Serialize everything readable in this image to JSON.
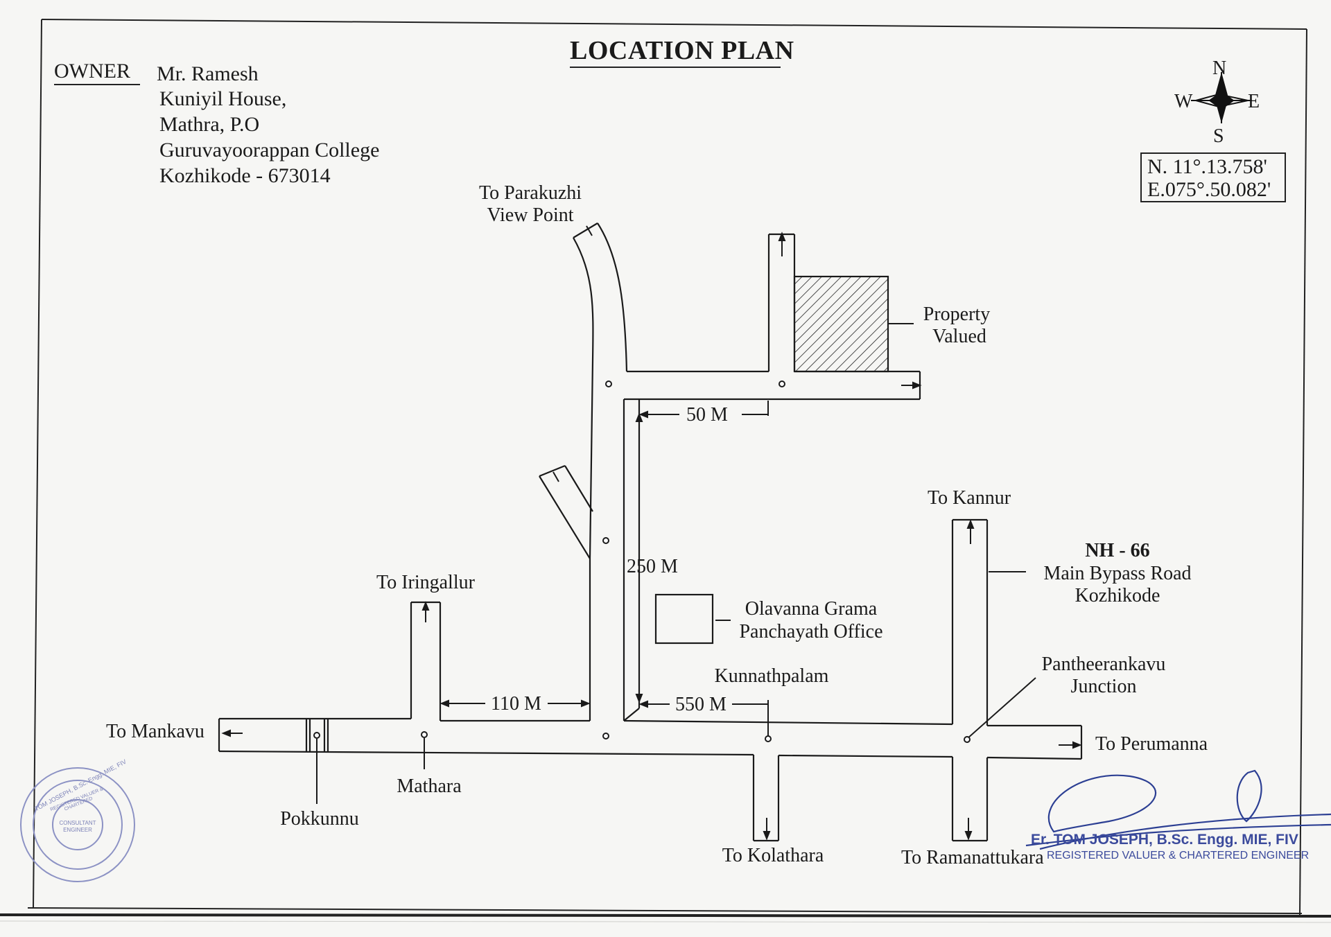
{
  "title": "LOCATION PLAN",
  "owner": {
    "label": "OWNER",
    "name": "Mr. Ramesh",
    "address": [
      "Kuniyil House,",
      "Mathra, P.O",
      "Guruvayoorappan College",
      "Kozhikode - 673014"
    ]
  },
  "compass": {
    "n": "N",
    "e": "E",
    "s": "S",
    "w": "W"
  },
  "coordinates": {
    "lat": "N. 11°.13.758'",
    "lon": "E.075°.50.082'"
  },
  "places": {
    "parakuzhi": [
      "To Parakuzhi",
      "View Point"
    ],
    "property": [
      "Property",
      "Valued"
    ],
    "kannur": "To Kannur",
    "nh66": "NH - 66",
    "bypass": [
      "Main Bypass Road",
      "Kozhikode"
    ],
    "iringallur": "To Iringallur",
    "panchayath": [
      "Olavanna Grama",
      "Panchayath Office"
    ],
    "kunnathpalam": "Kunnathpalam",
    "pantheerankavu": [
      "Pantheerankavu",
      "Junction"
    ],
    "mankavu": "To Mankavu",
    "perumanna": "To Perumanna",
    "mathara": "Mathara",
    "pokkunnu": "Pokkunnu",
    "kolathara": "To Kolathara",
    "ramanattukara": "To Ramanattukara"
  },
  "distances": {
    "d50": "50 M",
    "d250": "250 M",
    "d110": "110 M",
    "d550": "550 M"
  },
  "signature": {
    "name": "Er. TOM JOSEPH, B.Sc. Engg. MIE, FIV",
    "role": "REGISTERED VALUER & CHARTERED ENGINEER"
  },
  "stamp": {
    "outer": "TOM JOSEPH, B.Sc. Engg. MIE, FIV",
    "inner": "CONSULTANT ENGINEER",
    "ring": "REGISTERED VALUER & CHARTERED"
  }
}
